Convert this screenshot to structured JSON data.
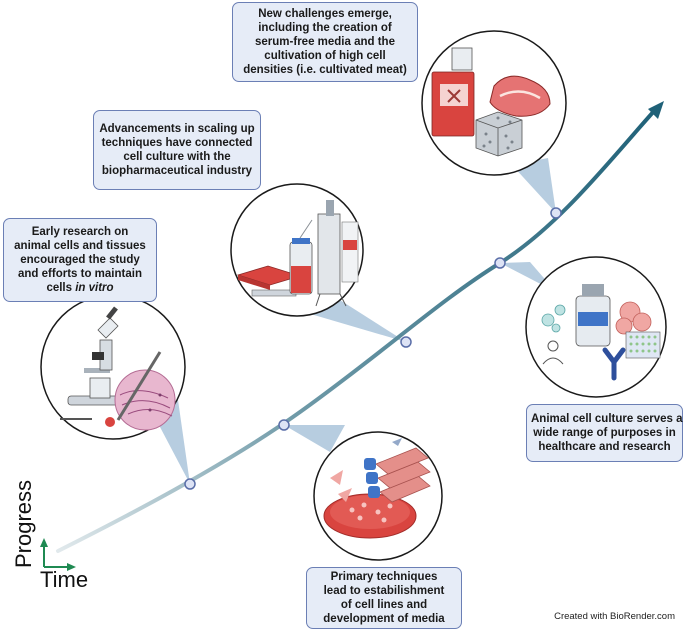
{
  "axes": {
    "x_label": "Time",
    "y_label": "Progress"
  },
  "credit": "Created with BioRender.com",
  "milestones": [
    {
      "lines": [
        "Early research on",
        "animal cells and tissues",
        "encouraged the study",
        "and efforts to maintain"
      ],
      "last_plain": "cells ",
      "last_italic": "in vitro"
    },
    {
      "lines": [
        "Primary techniques",
        "lead to estabilishment",
        "of cell lines and",
        "development of media"
      ]
    },
    {
      "lines": [
        "Advancements in scaling up",
        "techniques have connected",
        "cell culture with the",
        "biopharmaceutical industry"
      ]
    },
    {
      "lines": [
        "Animal cell culture serves a",
        "wide range of purposes in",
        "healthcare and research"
      ]
    },
    {
      "lines": [
        "New challenges emerge,",
        "including the creation of",
        "serum-free media and the",
        "cultivation of high cell",
        "densities (i.e. cultivated meat)"
      ]
    }
  ],
  "illustrations": [
    "microscope-illustration",
    "petri-dish-flasks-illustration",
    "bioreactor-illustration",
    "vial-antibody-cells-illustration",
    "media-bottle-meat-scaffold-illustration"
  ],
  "colors": {
    "curve_start": "#d4dfe3",
    "curve_end": "#1f6178",
    "box_fill": "#e6ecf7",
    "box_border": "#6b7fb5",
    "callout": "#b7cde0",
    "red": "#d9443f",
    "axis_green": "#1f8a52"
  }
}
